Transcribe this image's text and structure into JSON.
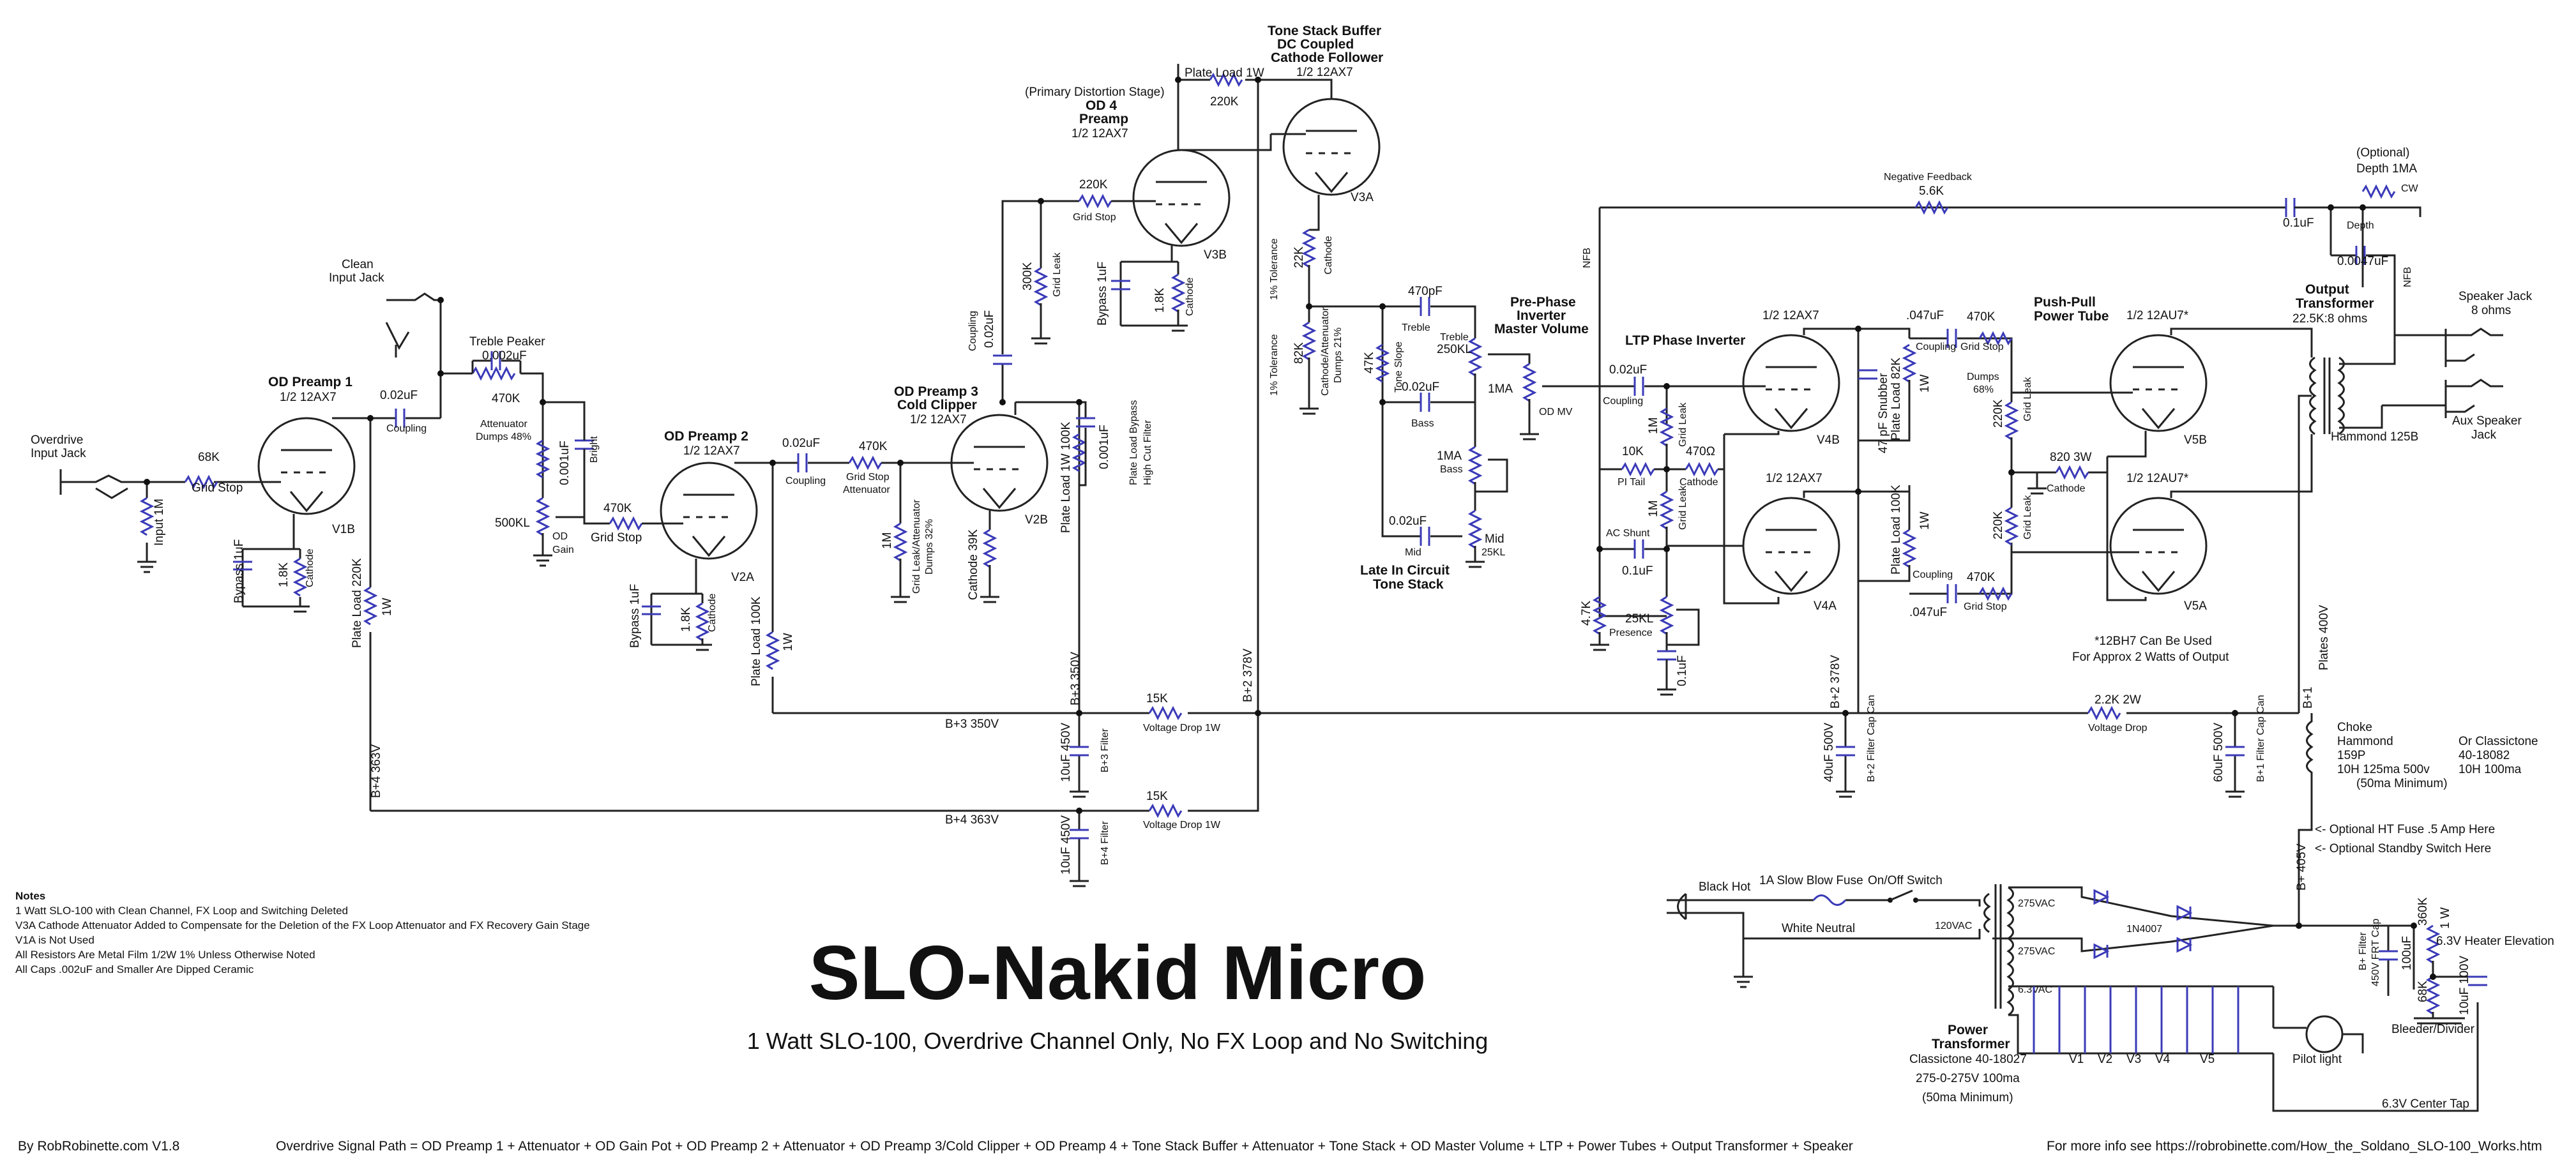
{
  "title": "SLO-Nakid Micro",
  "subtitle": "1 Watt SLO-100, Overdrive Channel Only, No FX Loop and No Switching",
  "footer": {
    "author": "By RobRobinette.com  V1.8",
    "signal_path": "Overdrive Signal Path = OD Preamp 1 + Attenuator + OD Gain Pot + OD Preamp 2 + Attenuator + OD Preamp 3/Cold Clipper + OD Preamp 4 + Tone Stack Buffer + Attenuator + Tone Stack + OD Master Volume + LTP + Power Tubes + Output Transformer + Speaker",
    "more_info": "For more info see https://robrobinette.com/How_the_Soldano_SLO-100_Works.htm"
  },
  "notes": {
    "heading": "Notes",
    "lines": [
      "1 Watt SLO-100 with Clean Channel, FX Loop and Switching Deleted",
      "V3A Cathode Attenuator Added to Compensate for the Deletion of the FX Loop Attenuator and FX Recovery Gain Stage",
      "V1A is Not Used",
      "All Resistors Are Metal Film 1/2W 1% Unless Otherwise Noted",
      "All Caps .002uF and Smaller Are Dipped Ceramic"
    ]
  },
  "labels": {
    "overdrive_jack": [
      "Overdrive",
      "Input Jack"
    ],
    "clean_jack": [
      "Clean",
      "Input Jack"
    ],
    "r68k": "68K",
    "grid_stop": "Grid Stop",
    "input_1m": "Input 1M",
    "od_preamp1": [
      "OD Preamp 1",
      "1/2 12AX7"
    ],
    "v1b": "V1B",
    "bypass_1uf": "Bypass 1uF",
    "r18k": "1.8K",
    "cathode": "Cathode",
    "plate_load_220k": "Plate Load 220K",
    "w1": "1W",
    "c002": "0.02uF",
    "coupling": "Coupling",
    "treble_peaker": [
      "Treble Peaker",
      "0.002uF"
    ],
    "r470k": "470K",
    "attenuator_dumps48": [
      "Attenuator",
      "Dumps 48%"
    ],
    "c0001": "0.001uF",
    "bright": "Bright",
    "pot500kl": "500KL",
    "od_gain": [
      "OD",
      "Gain"
    ],
    "od_preamp2": [
      "OD Preamp 2",
      "1/2 12AX7"
    ],
    "v2a": "V2A",
    "plate_load_100k": "Plate Load 100K",
    "grid_stop_att": [
      "Grid Stop",
      "Attenuator"
    ],
    "grid_leak_att": [
      "1M",
      "Grid Leak/Attenuator",
      "Dumps 32%"
    ],
    "od_preamp3": [
      "OD Preamp 3",
      "Cold Clipper",
      "1/2 12AX7"
    ],
    "v2b": "V2B",
    "cathode39k": "Cathode 39K",
    "plate_load_1w_100k": "Plate Load 1W 100K",
    "c0001b": "0.001uF",
    "plate_load_bypass": [
      "Plate Load Bypass",
      "High Cut Filter"
    ],
    "primary_distortion": "(Primary Distortion Stage)",
    "od4": [
      "OD 4",
      "Preamp",
      "1/2 12AX7"
    ],
    "r220k": "220K",
    "v3b": "V3B",
    "r300k": "300K",
    "grid_leak": "Grid Leak",
    "bypass_1uf_b": "Bypass 1uF",
    "plate_load_1w": "Plate Load 1W",
    "tone_buffer": [
      "Tone Stack Buffer",
      "DC Coupled",
      "Cathode Follower",
      "1/2 12AX7"
    ],
    "v3a": "V3A",
    "tol1": "1% Tolerance",
    "r22k": "22K",
    "r82k": "82K",
    "cath_att": [
      "Cathode/Attenuator",
      "Dumps 21%"
    ],
    "c470p": "470pF",
    "treble": "Treble",
    "r47k": "47K",
    "tone_slope": "Tone Slope",
    "treble_pot": [
      "Treble",
      "250KL"
    ],
    "bass_cap": "0.02uF",
    "bass": "Bass",
    "bass_pot": [
      "1MA",
      "Bass"
    ],
    "mid_cap": "0.02uF",
    "mid": "Mid",
    "mid_pot": [
      "Mid",
      "25KL"
    ],
    "late_tone": [
      "Late In Circuit",
      "Tone Stack"
    ],
    "pi_master": [
      "Pre-Phase",
      "Inverter",
      "Master Volume"
    ],
    "od_mv": "OD MV",
    "pot1ma": "1MA",
    "nfb": "NFB",
    "ltp": "LTP Phase Inverter",
    "v4b": "V4B",
    "v4a": "V4A",
    "r10k": "10K",
    "pi_tail": "PI Tail",
    "r1m": "1M",
    "r470ohm": "470Ω",
    "ac_shunt": "AC Shunt",
    "c01": "0.1uF",
    "r47k2": "4.7K",
    "presence": [
      "25KL",
      "Presence"
    ],
    "c01b": "0.1uF",
    "snubber": "47 pF Snubber",
    "plate_load_82k": [
      "Plate Load 82K",
      "1W"
    ],
    "plate_load_100k_1w": [
      "Plate Load 100K",
      "1W"
    ],
    "c047": ".047uF",
    "neg_feedback": [
      "Negative Feedback",
      "5.6K"
    ],
    "push_pull": [
      "Push-Pull",
      "Power Tube"
    ],
    "v5b": "V5B",
    "v5a": "V5A",
    "tube_12au7": "1/2 12AU7*",
    "dumps68": [
      "Dumps",
      "68%"
    ],
    "r820": "820 3W",
    "note_12bh7": [
      "*12BH7 Can Be Used",
      "For Approx 2 Watts of Output"
    ],
    "output_tf": [
      "Output",
      "Transformer",
      "22.5K:8 ohms"
    ],
    "hammond125b": "Hammond 125B",
    "speaker_jack": [
      "Speaker Jack",
      "8 ohms"
    ],
    "aux_speaker": [
      "Aux Speaker",
      "Jack"
    ],
    "depth": [
      "(Optional)",
      "Depth 1MA"
    ],
    "cw": "CW",
    "c0047": "0.0047uF",
    "depth_lbl": "Depth",
    "bplus3": "B+3 350V",
    "bplus4": "B+4 363V",
    "bplus2": "B+2 378V",
    "bplus1": "B+1",
    "plates400": "Plates  400V",
    "r15k": "15K",
    "vdrop1w": "Voltage Drop 1W",
    "r22k2w": "2.2K 2W",
    "vdrop": "Voltage Drop",
    "c10uf450": "10uF 450V",
    "b3filter": "B+3 Filter",
    "b4filter": "B+4 Filter",
    "c40uf500": "40uF 500V",
    "b2filter": "B+2 Filter Cap Can",
    "c60uf500": "60uF 500V",
    "b1filter": "B+1 Filter Cap Can",
    "choke": [
      "Choke",
      "Hammond",
      "159P",
      "10H 125ma 500v",
      "(50ma Minimum)"
    ],
    "classictone_choke": [
      "Or Classictone",
      "40-18082",
      "10H 100ma"
    ],
    "fuse_note": "<- Optional HT Fuse .5 Amp Here",
    "standby_note": "<- Optional Standby Switch Here",
    "bplus405": "B+ 405V",
    "black_hot": "Black Hot",
    "white_neutral": "White Neutral",
    "fuse": "1A Slow Blow Fuse",
    "onoff": "On/Off Switch",
    "v120": "120VAC",
    "v275a": "275VAC",
    "v275b": "275VAC",
    "diode": "1N4007",
    "v63": "6.3VAC",
    "power_tf": [
      "Power",
      "Transformer",
      "Classictone 40-18027",
      "275-0-275V 100ma",
      "(50ma Minimum)"
    ],
    "tubes_heater": [
      "V1",
      "V2",
      "V3",
      "V4",
      "V5"
    ],
    "pilot": "Pilot light",
    "ct63": "6.3V Center Tap",
    "bfilter": [
      "B+ Filter",
      "450V FRT Cap"
    ],
    "c100uf": "100uF",
    "r360k": "360K",
    "w1b": "1 W",
    "r68kb": "68K",
    "c10uf100": "10uF 100V",
    "heater_elev": "6.3V Heater Elevation",
    "bleeder": "Bleeder/Divider"
  }
}
